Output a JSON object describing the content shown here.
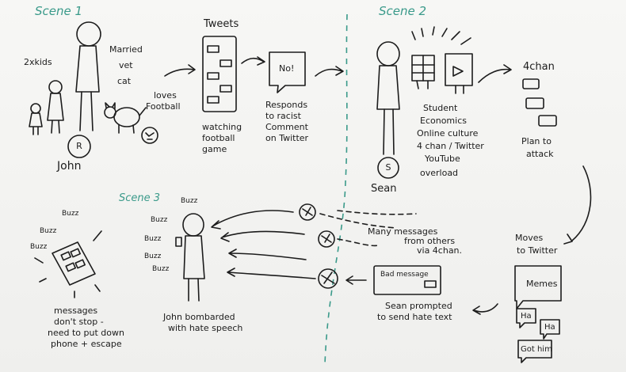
{
  "scene1": {
    "title": "Scene 1",
    "kids": "2xkids",
    "married": "Married",
    "vet": "vet",
    "cat": "cat",
    "loves": "loves",
    "football": "Football",
    "john_initial": "R",
    "john_name": "John",
    "tweets": "Tweets",
    "watching": [
      "watching",
      "football",
      "game"
    ],
    "no_bubble": "No!",
    "responds": [
      "Responds",
      "to racist",
      "Comment",
      "on Twitter"
    ]
  },
  "scene2": {
    "title": "Scene 2",
    "sean_initial": "S",
    "sean_name": "Sean",
    "student": [
      "Student",
      "Economics",
      "Online culture",
      "4 chan / Twitter",
      "YouTube",
      "overload"
    ],
    "fourchan": "4chan",
    "plan": [
      "Plan to",
      "attack"
    ],
    "moves": [
      "Moves",
      "to Twitter"
    ],
    "memes": "Memes",
    "ha1": "Ha",
    "ha2": "Ha",
    "got_him": "Got him"
  },
  "scene3": {
    "title": "Scene 3",
    "buzz": "Buzz",
    "messages": [
      "messages",
      "don't stop -",
      "need to put down",
      "phone + escape"
    ],
    "bombarded": [
      "John bombarded",
      "with hate speech"
    ],
    "many": [
      "Many messages",
      "from others",
      "via 4chan."
    ],
    "bad_message": "Bad message",
    "prompted": [
      "Sean prompted",
      "to send hate text"
    ]
  }
}
